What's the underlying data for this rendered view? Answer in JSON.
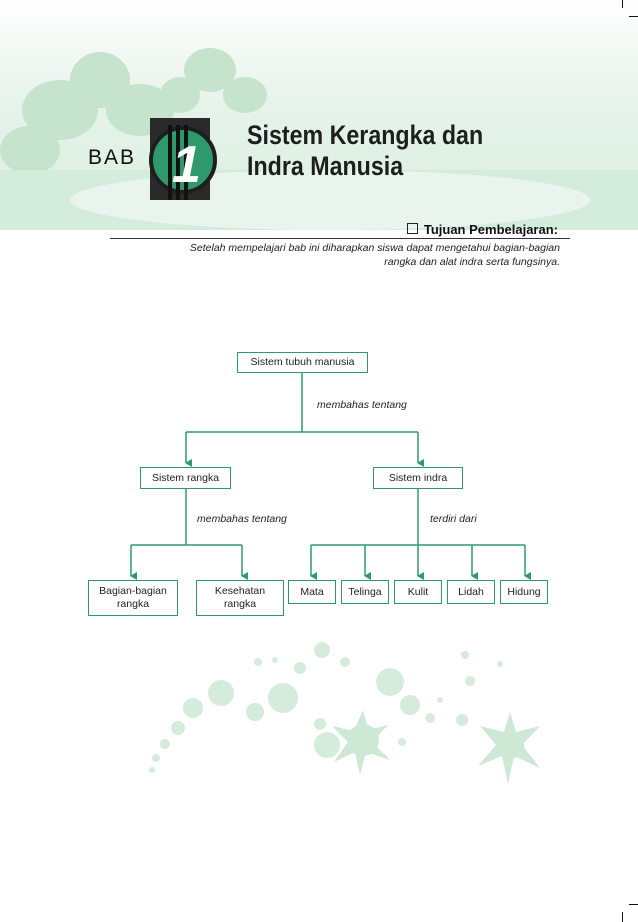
{
  "chapter": {
    "bab_label": "BAB",
    "number": "1",
    "title_line1": "Sistem Kerangka dan",
    "title_line2": "Indra Manusia"
  },
  "goals": {
    "heading": "Tujuan Pembelajaran:",
    "text_line1": "Setelah mempelajari bab ini diharapkan siswa dapat mengetahui bagian-bagian",
    "text_line2": "rangka dan alat indra serta fungsinya."
  },
  "concept_map": {
    "root": "Sistem tubuh manusia",
    "root_edge_label": "membahas tentang",
    "left_branch": {
      "label": "Sistem rangka",
      "edge_label": "membahas tentang",
      "children": [
        "Bagian-bagian rangka",
        "Kesehatan rangka"
      ]
    },
    "right_branch": {
      "label": "Sistem indra",
      "edge_label": "terdiri dari",
      "children": [
        "Mata",
        "Telinga",
        "Kulit",
        "Lidah",
        "Hidung"
      ]
    }
  },
  "colors": {
    "accent": "#2e9a6b",
    "decor_green": "#b9dcc4",
    "badge_dark": "#1e1e1e"
  }
}
